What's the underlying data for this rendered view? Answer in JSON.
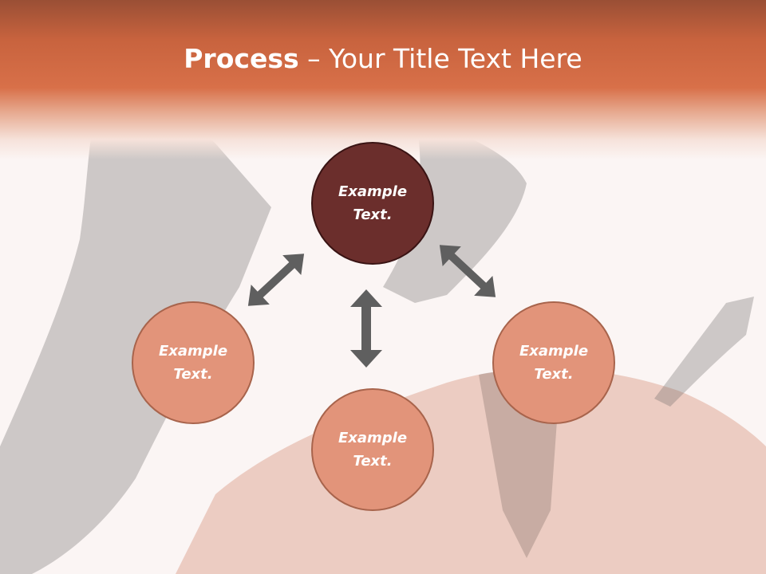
{
  "title": {
    "bold": "Process",
    "dash": " – ",
    "rest": "Your Title Text Here"
  },
  "diagram": {
    "top_node": "Example\nText.",
    "left_node": "Example\nText.",
    "bottom_node": "Example\nText.",
    "right_node": "Example\nText."
  },
  "colors": {
    "header": "#d87049",
    "center_node": "#6b2e2c",
    "outer_node": "#e2947a",
    "arrow": "#5f5f5f"
  }
}
